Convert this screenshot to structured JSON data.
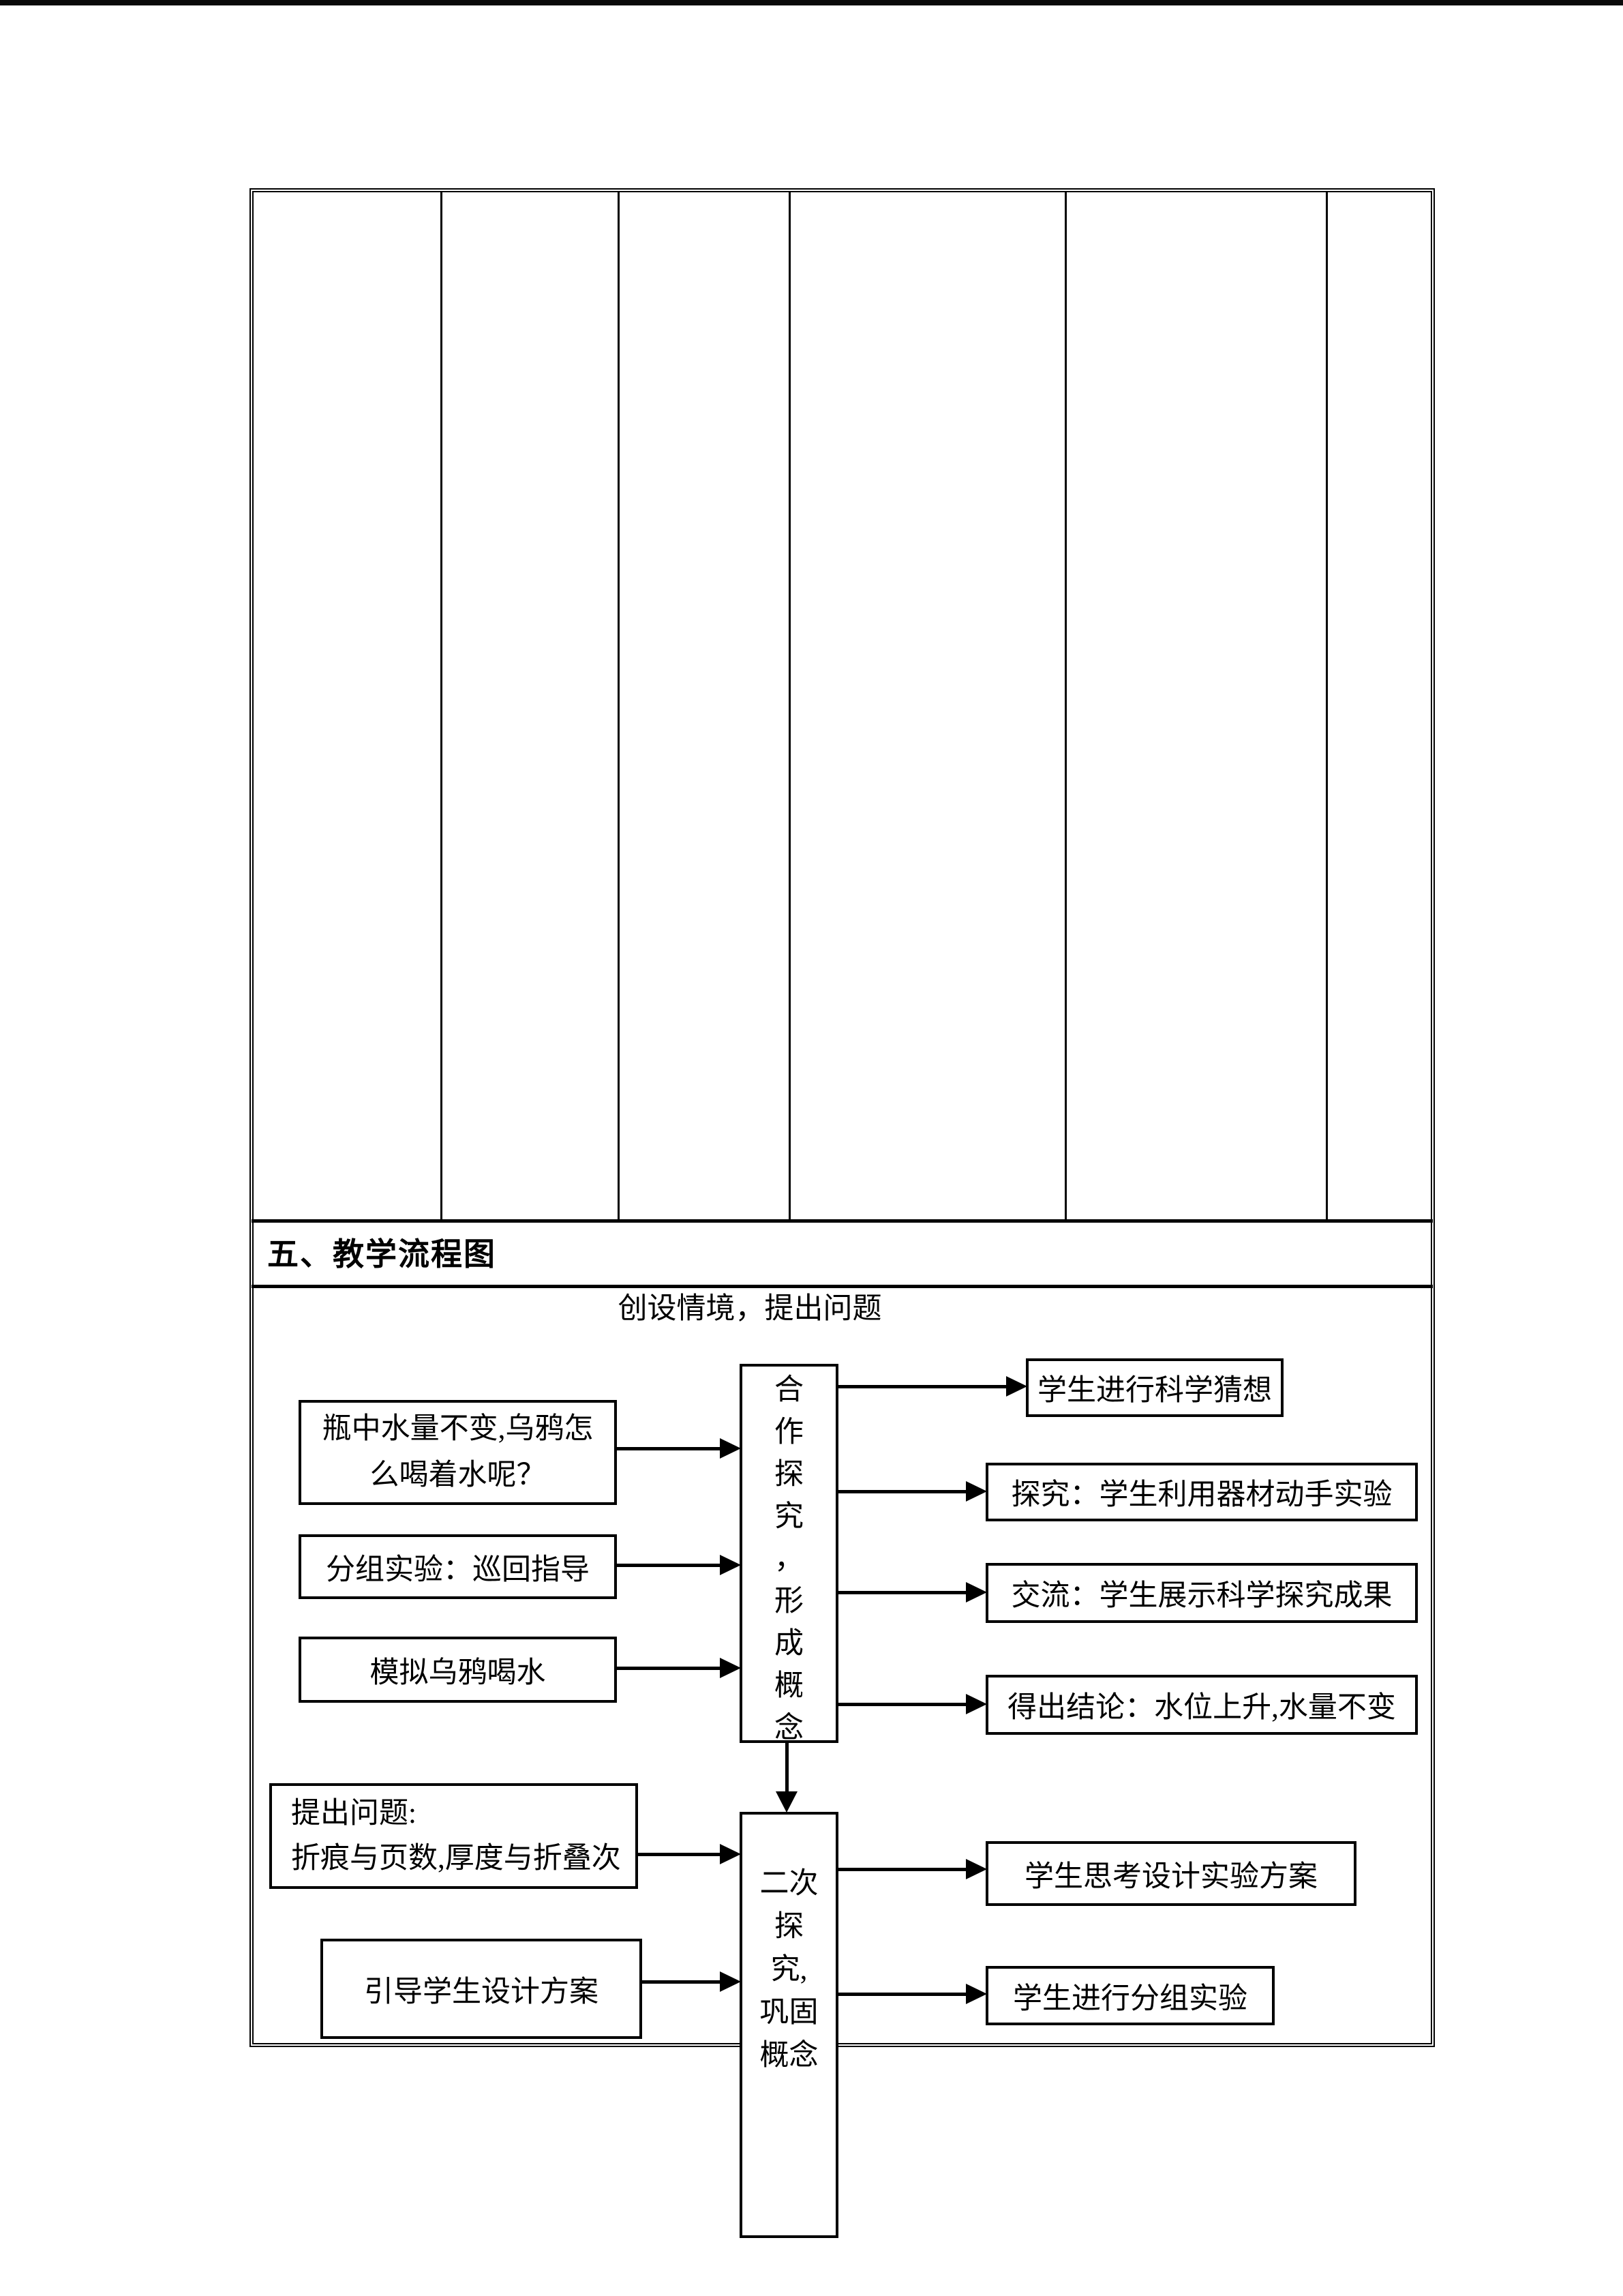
{
  "document": {
    "section_heading": "五、教学流程图",
    "stage_banner": "创设情境，提出问题"
  },
  "flowchart": {
    "hub_top": {
      "label": "合作探究，形成概念",
      "chars": [
        "合",
        "作",
        "探",
        "究",
        "，",
        "形",
        "成",
        "概",
        "念"
      ]
    },
    "hub_bottom": {
      "label": "二次探究,巩固概念",
      "lines": [
        "二次",
        "探",
        "究,",
        "巩固",
        "概念"
      ]
    },
    "left_top": {
      "lines": [
        "瓶中水量不变,乌鸦怎",
        "么喝着水呢？"
      ]
    },
    "left_mid": {
      "label": "分组实验：巡回指导"
    },
    "left_low": {
      "label": "模拟乌鸦喝水"
    },
    "right_1": {
      "label": "学生进行科学猜想"
    },
    "right_2": {
      "label": "探究：学生利用器材动手实验"
    },
    "right_3": {
      "label": "交流：学生展示科学探究成果"
    },
    "right_4": {
      "label": "得出结论：水位上升,水量不变"
    },
    "lower_left_1": {
      "lines": [
        "提出问题:",
        "折痕与页数,厚度与折叠次"
      ]
    },
    "lower_left_2": {
      "label": "引导学生设计方案"
    },
    "right_5": {
      "label": "学生思考设计实验方案"
    },
    "right_6": {
      "label": "学生进行分组实验"
    }
  },
  "colors": {
    "ink": "#000000",
    "paper": "#ffffff"
  }
}
